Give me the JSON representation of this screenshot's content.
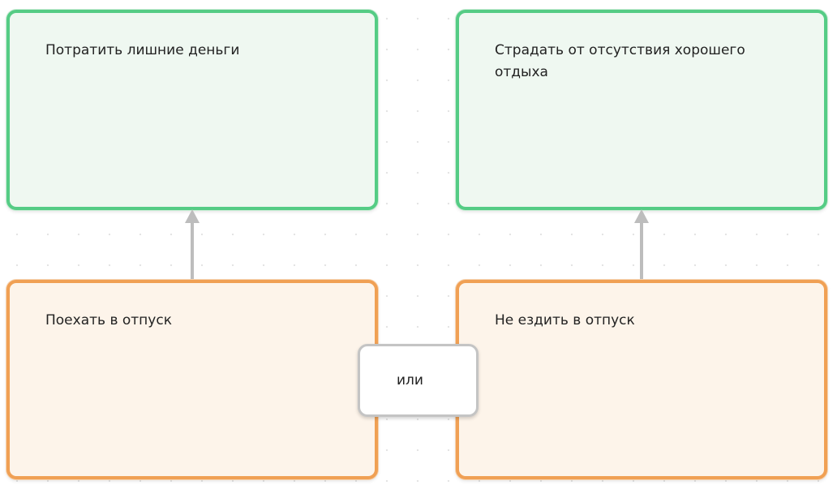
{
  "colors": {
    "green_border": "#55cc85",
    "green_fill": "#eff8f1",
    "orange_border": "#f0a054",
    "orange_fill": "#fdf4ea",
    "connector": "#bdbdbd"
  },
  "nodes": {
    "top_left": {
      "text": "Потратить лишние деньги"
    },
    "top_right": {
      "text": "Страдать от отсутствия хорошего отдыха"
    },
    "bottom_left": {
      "text": "Поехать в отпуск"
    },
    "bottom_right": {
      "text": "Не ездить в отпуск"
    },
    "connector_label": {
      "text": "или"
    }
  },
  "edges": [
    {
      "from": "bottom_left",
      "to": "top_left"
    },
    {
      "from": "bottom_right",
      "to": "top_right"
    }
  ]
}
